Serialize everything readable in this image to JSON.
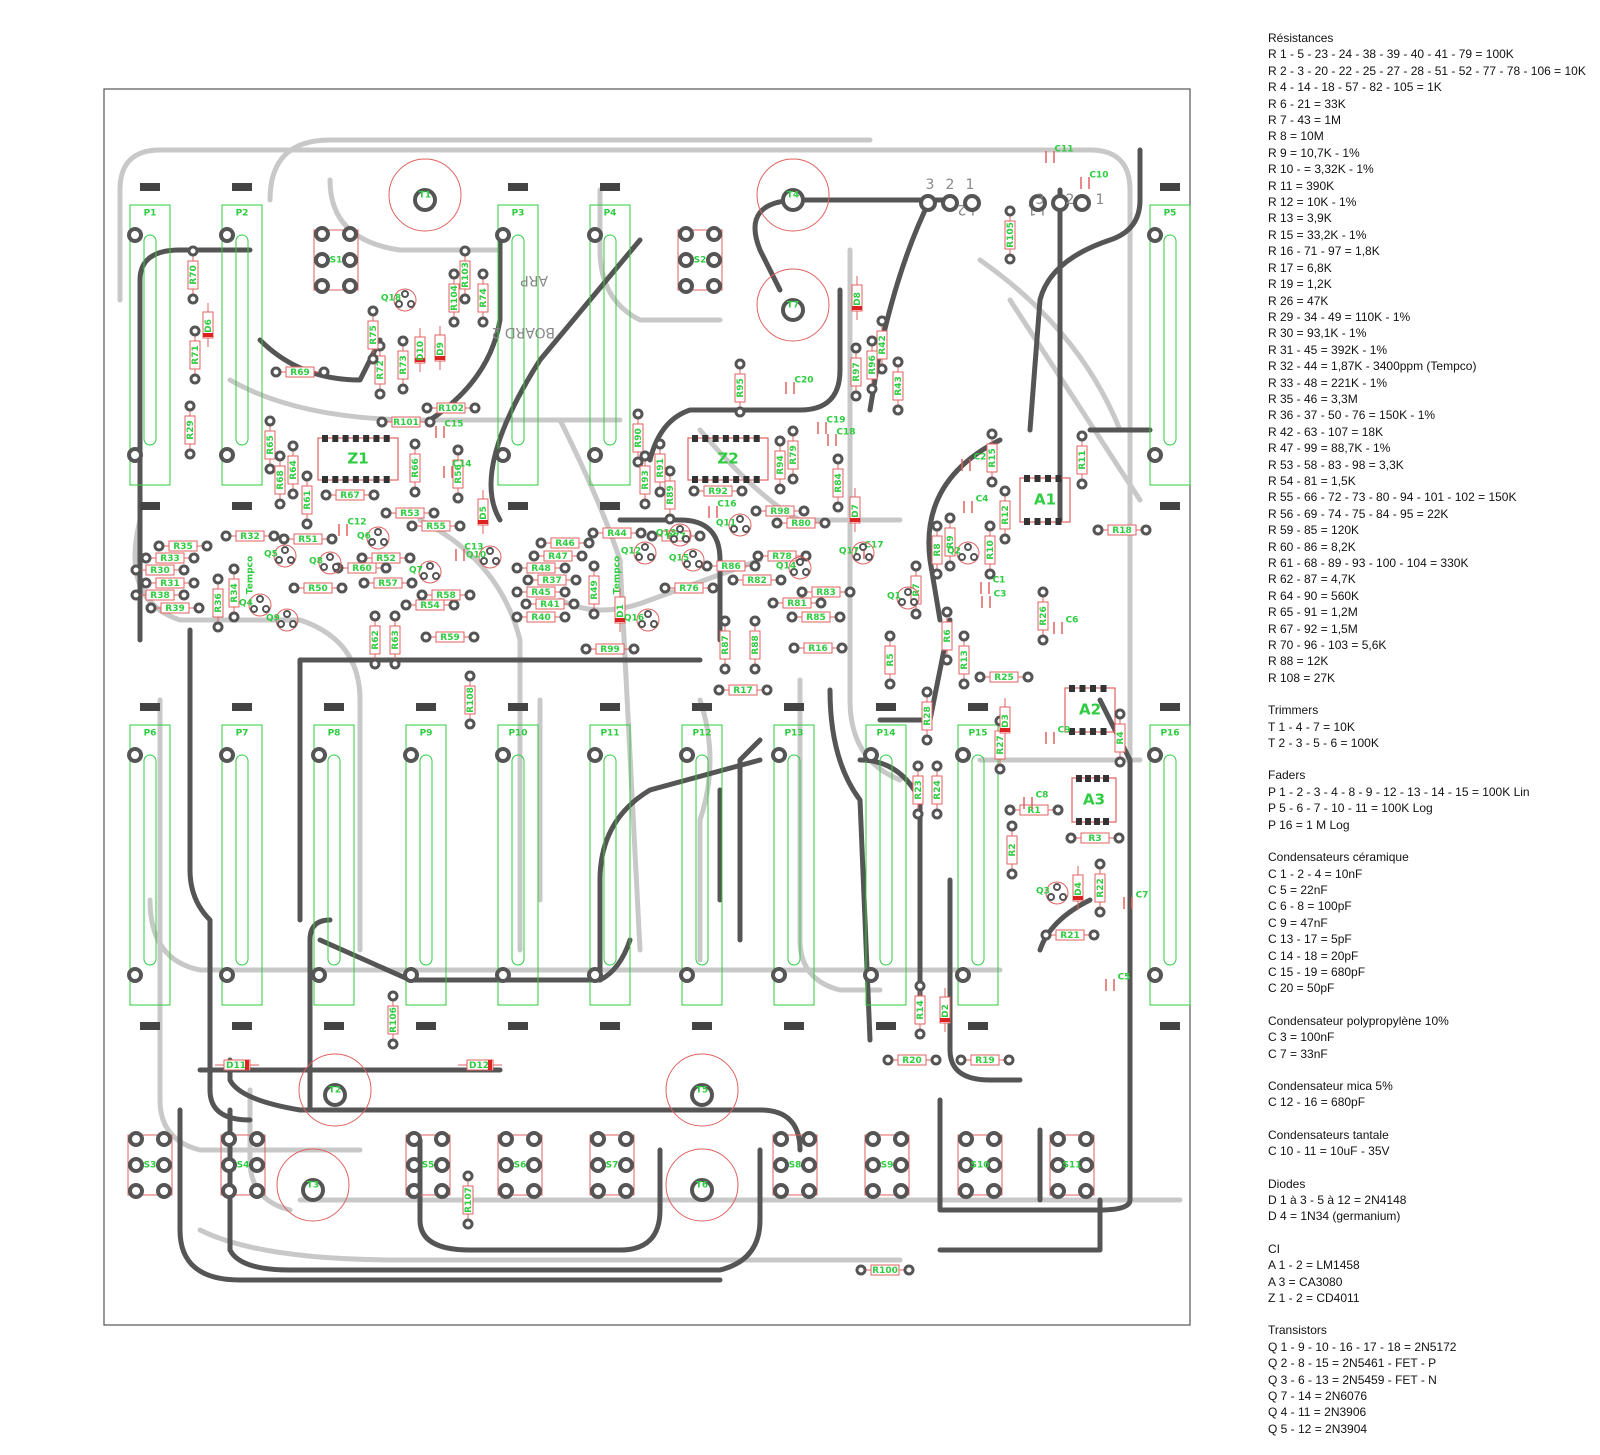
{
  "board": {
    "watermark": "ARP",
    "subtitle": "BOARD 2",
    "jack_labels": [
      "J-1",
      "J-2"
    ],
    "pin_numbers": [
      "1",
      "2",
      "3"
    ],
    "faders": [
      "P1",
      "P2",
      "P3",
      "P4",
      "P5",
      "P6",
      "P7",
      "P8",
      "P9",
      "P10",
      "P11",
      "P12",
      "P13",
      "P14",
      "P15",
      "P16"
    ],
    "trimmers": [
      "T1",
      "T2",
      "T3",
      "T4",
      "T5",
      "T6",
      "T7"
    ],
    "switches": [
      "S1",
      "S2",
      "S3",
      "S4",
      "S5",
      "S6",
      "S7",
      "S8",
      "S9",
      "S10",
      "S11"
    ],
    "ics": [
      "Z1",
      "Z2",
      "A1",
      "A2",
      "A3"
    ],
    "resistors": [
      "R1",
      "R2",
      "R3",
      "R4",
      "R5",
      "R6",
      "R7",
      "R8",
      "R9",
      "R10",
      "R11",
      "R12",
      "R13",
      "R14",
      "R15",
      "R16",
      "R17",
      "R18",
      "R19",
      "R20",
      "R21",
      "R22",
      "R23",
      "R24",
      "R25",
      "R26",
      "R27",
      "R28",
      "R29",
      "R30",
      "R31",
      "R32",
      "R33",
      "R34",
      "R35",
      "R36",
      "R37",
      "R38",
      "R39",
      "R40",
      "R41",
      "R42",
      "R43",
      "R44",
      "R45",
      "R46",
      "R47",
      "R48",
      "R49",
      "R50",
      "R51",
      "R52",
      "R53",
      "R54",
      "R55",
      "R56",
      "R57",
      "R58",
      "R59",
      "R60",
      "R61",
      "R62",
      "R63",
      "R64",
      "R65",
      "R66",
      "R67",
      "R68",
      "R69",
      "R70",
      "R71",
      "R72",
      "R73",
      "R74",
      "R75",
      "R76",
      "R77",
      "R78",
      "R79",
      "R80",
      "R81",
      "R82",
      "R83",
      "R84",
      "R85",
      "R86",
      "R87",
      "R88",
      "R89",
      "R90",
      "R91",
      "R92",
      "R93",
      "R94",
      "R95",
      "R96",
      "R97",
      "R98",
      "R99",
      "R100",
      "R101",
      "R102",
      "R103",
      "R104",
      "R105",
      "R106",
      "R107",
      "R108"
    ],
    "capacitors": [
      "C1",
      "C2",
      "C3",
      "C4",
      "C5",
      "C6",
      "C7",
      "C8",
      "C9",
      "C10",
      "C11",
      "C12",
      "C13",
      "C14",
      "C15",
      "C16",
      "C17",
      "C18",
      "C19",
      "C20"
    ],
    "diodes": [
      "D1",
      "D2",
      "D3",
      "D4",
      "D5",
      "D6",
      "D7",
      "D8",
      "D9",
      "D10",
      "D11",
      "D12"
    ],
    "transistors": [
      "Q1",
      "Q2",
      "Q3",
      "Q4",
      "Q5",
      "Q6",
      "Q7",
      "Q8",
      "Q9",
      "Q10",
      "Q11",
      "Q12",
      "Q13",
      "Q14",
      "Q15",
      "Q16",
      "Q17",
      "Q18"
    ],
    "tempco": "Tempco"
  },
  "legend": [
    {
      "title": "Résistances",
      "lines": [
        "R 1 - 5 - 23 - 24 - 38 - 39 - 40 - 41 - 79 = 100K",
        "R 2 - 3 - 20 - 22 - 25 - 27 - 28 - 51 - 52 - 77 - 78 - 106 = 10K",
        "R 4 - 14 - 18 - 57 - 82 - 105 = 1K",
        "R 6 - 21 = 33K",
        "R 7 - 43 = 1M",
        "R 8 = 10M",
        "R 9 = 10,7K - 1%",
        "R 10 - = 3,32K - 1%",
        "R 11 = 390K",
        "R 12 = 10K - 1%",
        "R 13 = 3,9K",
        "R 15 = 33,2K - 1%",
        "R 16 - 71 - 97 = 1,8K",
        "R 17 = 6,8K",
        "R 19 = 1,2K",
        "R 26 = 47K",
        "R 29 - 34 - 49 = 110K - 1%",
        "R 30 = 93,1K - 1%",
        "R 31 - 45 = 392K - 1%",
        "R 32 - 44 = 1,87K - 3400ppm (Tempco)",
        "R 33 - 48 = 221K - 1%",
        "R 35 - 46 = 3,3M",
        "R 36 - 37 - 50 - 76 = 150K - 1%",
        "R 42 - 63 - 107 = 18K",
        "R 47 - 99 = 88,7K - 1%",
        "R 53 - 58 - 83 - 98 = 3,3K",
        "R 54 - 81 = 1,5K",
        "R 55 - 66 - 72 - 73 - 80 - 94 - 101 - 102 = 150K",
        "R 56 - 69 - 74 - 75 - 84 - 95 = 22K",
        "R 59 - 85 = 120K",
        "R 60 - 86 = 8,2K",
        "R 61 - 68 - 89 - 93 - 100 - 104 = 330K",
        "R 62 - 87 = 4,7K",
        "R 64 - 90 = 560K",
        "R 65 - 91 = 1,2M",
        "R 67 - 92 = 1,5M",
        "R 70 - 96 - 103 = 5,6K",
        "R 88 = 12K",
        "R 108 = 27K"
      ]
    },
    {
      "title": "Trimmers",
      "lines": [
        "T 1 - 4 - 7 = 10K",
        "T 2 - 3 - 5 - 6 = 100K"
      ]
    },
    {
      "title": "Faders",
      "lines": [
        "P 1 - 2 - 3 - 4 - 8 - 9 - 12 - 13 - 14 - 15 =  100K Lin",
        "P 5 - 6 - 7 - 10 - 11 = 100K Log",
        "P 16 = 1 M Log"
      ]
    },
    {
      "title": "Condensateurs céramique",
      "lines": [
        "C 1 - 2 - 4 = 10nF",
        "C 5 = 22nF",
        "C 6 - 8 = 100pF",
        "C 9 = 47nF",
        "C 13 - 17 = 5pF",
        "C 14 - 18 = 20pF",
        "C 15 - 19 = 680pF",
        "C 20 = 50pF"
      ]
    },
    {
      "title": "Condensateur polypropylène 10%",
      "lines": [
        "C 3 = 100nF",
        "C 7 = 33nF"
      ]
    },
    {
      "title": "Condensateur mica 5%",
      "lines": [
        "C 12 - 16 = 680pF"
      ]
    },
    {
      "title": "Condensateurs tantale",
      "lines": [
        "C 10 - 11 = 10uF - 35V"
      ]
    },
    {
      "title": "Diodes",
      "lines": [
        "D 1 à 3 - 5 à 12 = 2N4148",
        "D 4 = 1N34 (germanium)"
      ]
    },
    {
      "title": "CI",
      "lines": [
        "A 1 - 2 = LM1458",
        "A 3 = CA3080",
        "Z 1 - 2 = CD4011"
      ]
    },
    {
      "title": "Transistors",
      "lines": [
        "Q 1 - 9 - 10 - 16 - 17 - 18 = 2N5172",
        "Q 2 - 8 - 15 = 2N5461 - FET - P",
        "Q 3 - 6 - 13 = 2N5459 - FET - N",
        "Q 7 - 14 = 2N6076",
        "Q 4 - 11 = 2N3906",
        "Q 5 - 12 = 2N3904"
      ]
    }
  ]
}
